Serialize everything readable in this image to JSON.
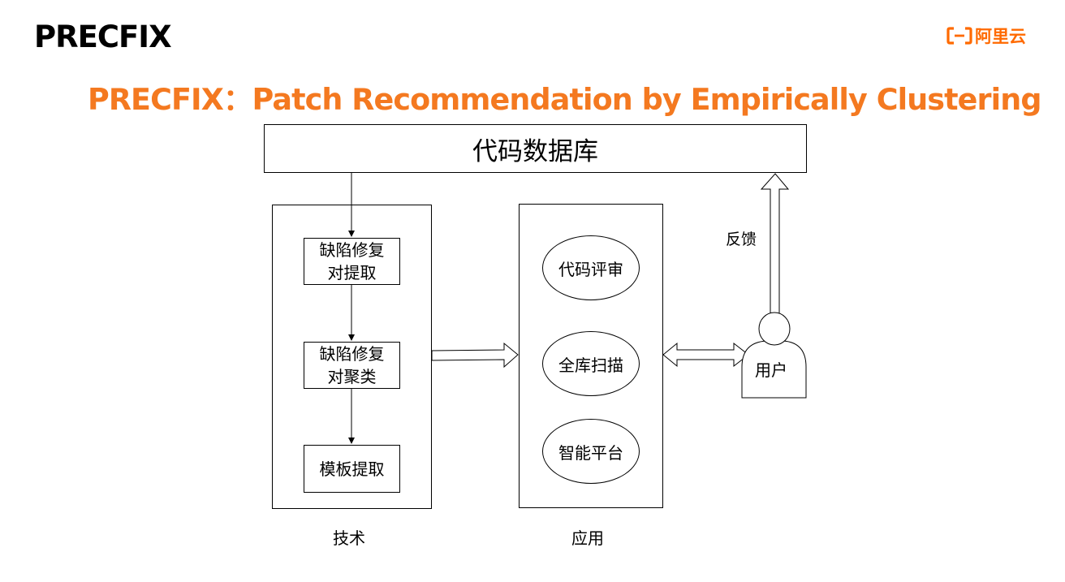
{
  "header": {
    "title": "PRECFIX",
    "logo_text": "阿里云",
    "subtitle": "PRECFIX：Patch Recommendation by Empirically Clustering"
  },
  "diagram": {
    "database": "代码数据库",
    "technology": {
      "label": "技术",
      "steps": [
        "缺陷修复\n对提取",
        "缺陷修复\n对聚类",
        "模板提取"
      ]
    },
    "application": {
      "label": "应用",
      "items": [
        "代码评审",
        "全库扫描",
        "智能平台"
      ]
    },
    "user": "用户",
    "feedback": "反馈"
  },
  "colors": {
    "accent": "#f47920",
    "logo": "#ff6a00"
  }
}
